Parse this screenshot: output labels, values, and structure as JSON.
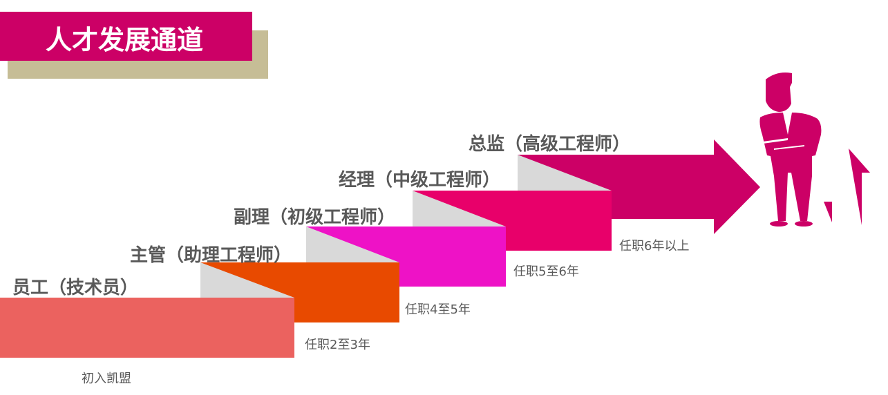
{
  "title": "人才发展通道",
  "colors": {
    "title_bg": "#CC0066",
    "title_shadow": "#C6BD96",
    "step1": "#EB625F",
    "step2": "#E84A00",
    "step3": "#EE12C6",
    "step4": "#E8006A",
    "step5": "#CC0066",
    "fold": "#D9D9D9",
    "text": "#595959"
  },
  "steps": [
    {
      "label": "员工（技术员）",
      "tenure": "初入凯盟"
    },
    {
      "label": "主管（助理工程师）",
      "tenure": "任职2至3年"
    },
    {
      "label": "副理（初级工程师）",
      "tenure": "任职4至5年"
    },
    {
      "label": "经理（中级工程师）",
      "tenure": "任职5至6年"
    },
    {
      "label": "总监（高级工程师）",
      "tenure": "任职6年以上"
    }
  ],
  "icons": [
    "businessman-icon",
    "arrow-up-icon"
  ]
}
